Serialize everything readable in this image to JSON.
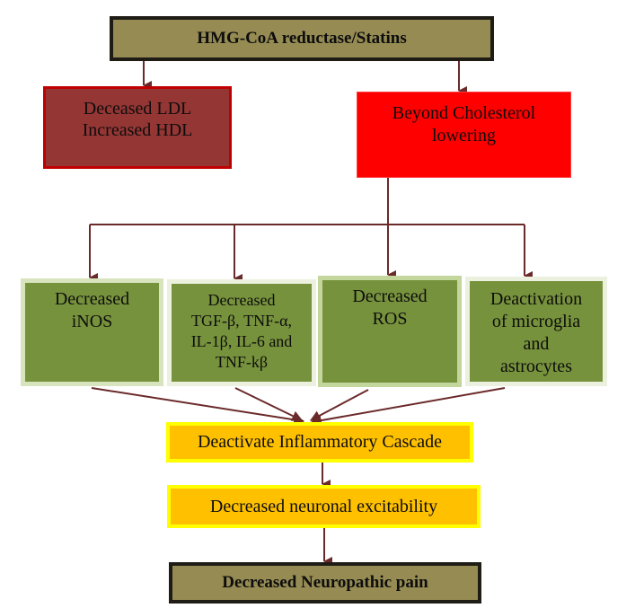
{
  "diagram": {
    "nodes": {
      "source": {
        "label": "HMG-CoA reductase/Statins",
        "fill": "#958b53",
        "border": "#1e1c15"
      },
      "lipid": {
        "lines": [
          "Deceased LDL",
          "Increased HDL"
        ],
        "fill": "#943634",
        "border": "#c00000"
      },
      "beyond": {
        "lines": [
          "Beyond Cholesterol",
          "lowering"
        ],
        "fill": "#ff0000"
      },
      "inos": {
        "lines": [
          "Decreased",
          "iNOS"
        ],
        "fill": "#77923c"
      },
      "cytokines": {
        "lines": [
          "Decreased",
          "TGF-β, TNF-α,",
          "IL-1β, IL-6 and",
          "TNF-kβ"
        ],
        "fill": "#77923c"
      },
      "ros": {
        "lines": [
          "Decreased",
          "ROS"
        ],
        "fill": "#77923c"
      },
      "glia": {
        "lines": [
          "Deactivation",
          "of microglia",
          "and",
          "astrocytes"
        ],
        "fill": "#77923c"
      },
      "cascade": {
        "label": "Deactivate Inflammatory Cascade",
        "fill": "#ffc000",
        "border": "#ffff00"
      },
      "excitability": {
        "label": "Decreased neuronal excitability",
        "fill": "#ffc000",
        "border": "#ffff00"
      },
      "outcome": {
        "label": "Decreased Neuropathic pain",
        "fill": "#958b53",
        "border": "#1e1c15"
      }
    },
    "edges": [
      [
        "source",
        "lipid"
      ],
      [
        "source",
        "beyond"
      ],
      [
        "beyond",
        "inos"
      ],
      [
        "beyond",
        "cytokines"
      ],
      [
        "beyond",
        "ros"
      ],
      [
        "beyond",
        "glia"
      ],
      [
        "inos",
        "cascade"
      ],
      [
        "cytokines",
        "cascade"
      ],
      [
        "ros",
        "cascade"
      ],
      [
        "glia",
        "cascade"
      ],
      [
        "cascade",
        "excitability"
      ],
      [
        "excitability",
        "outcome"
      ]
    ],
    "arrow_color": "#6b2a2a"
  }
}
